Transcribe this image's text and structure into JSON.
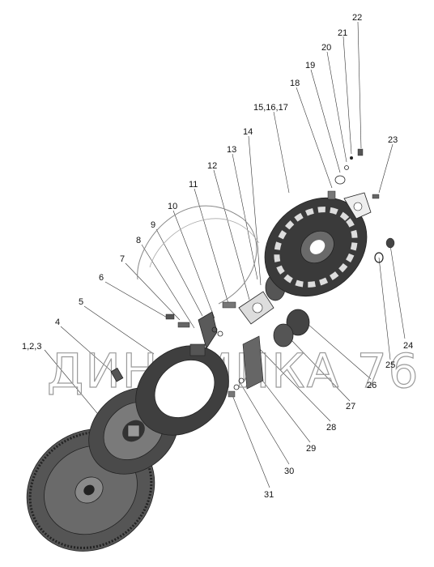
{
  "watermark": "ДИНАМИКА 76",
  "labels": [
    {
      "id": "l-1-2-3",
      "text": "1,2,3"
    },
    {
      "id": "l-4",
      "text": "4"
    },
    {
      "id": "l-5",
      "text": "5"
    },
    {
      "id": "l-6",
      "text": "6"
    },
    {
      "id": "l-7",
      "text": "7"
    },
    {
      "id": "l-8",
      "text": "8"
    },
    {
      "id": "l-9",
      "text": "9"
    },
    {
      "id": "l-10",
      "text": "10"
    },
    {
      "id": "l-11",
      "text": "11"
    },
    {
      "id": "l-12",
      "text": "12"
    },
    {
      "id": "l-13",
      "text": "13"
    },
    {
      "id": "l-14",
      "text": "14"
    },
    {
      "id": "l-15-16-17",
      "text": "15,16,17"
    },
    {
      "id": "l-18",
      "text": "18"
    },
    {
      "id": "l-19",
      "text": "19"
    },
    {
      "id": "l-20",
      "text": "20"
    },
    {
      "id": "l-21",
      "text": "21"
    },
    {
      "id": "l-22",
      "text": "22"
    },
    {
      "id": "l-23",
      "text": "23"
    },
    {
      "id": "l-24",
      "text": "24"
    },
    {
      "id": "l-25",
      "text": "25"
    },
    {
      "id": "l-26",
      "text": "26"
    },
    {
      "id": "l-27",
      "text": "27"
    },
    {
      "id": "l-28",
      "text": "28"
    },
    {
      "id": "l-29",
      "text": "29"
    },
    {
      "id": "l-30",
      "text": "30"
    },
    {
      "id": "l-31",
      "text": "31"
    }
  ]
}
